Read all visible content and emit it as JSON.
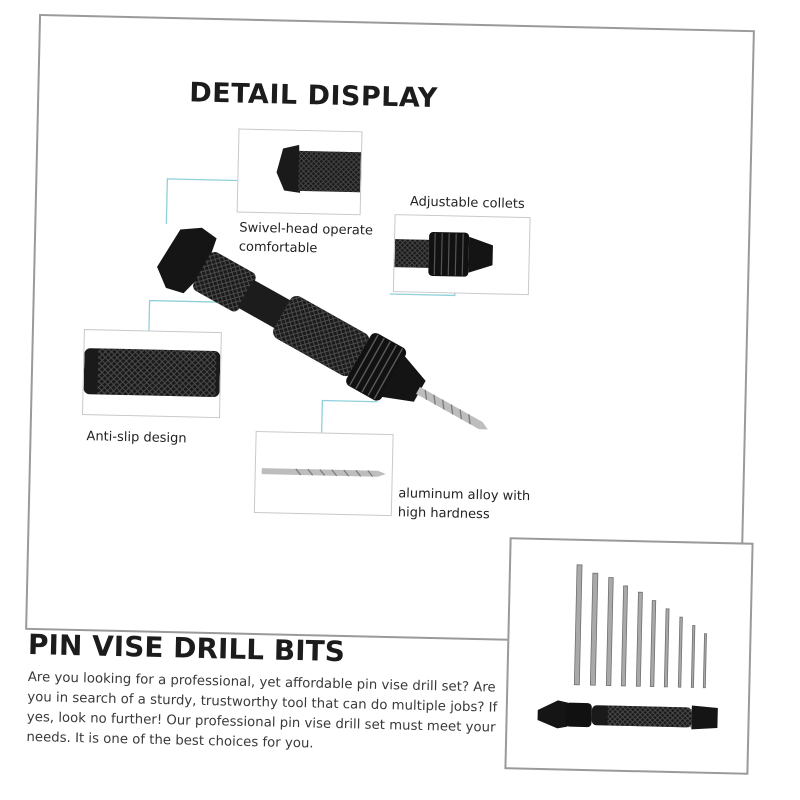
{
  "detail_card": {
    "title": "DETAIL DISPLAY",
    "labels": {
      "swivel": "Swivel-head operate\ncomfortable",
      "collets": "Adjustable collets",
      "anti_slip": "Anti-slip design",
      "alloy": "aluminum alloy with\nhigh hardness"
    }
  },
  "product": {
    "heading": "PIN VISE DRILL BITS",
    "description": "Are you looking for a professional, yet affordable pin vise drill set? Are you in search of a sturdy, trustworthy tool that can do multiple jobs? If yes, look no further! Our professional pin vise drill set must meet your needs. It is one of the best choices for you."
  },
  "colors": {
    "leader_line": "#8fd0da",
    "tool_body": "#1a1a1a",
    "bit_metal": "#b8b8b8",
    "card_border": "#9a9a9a"
  }
}
